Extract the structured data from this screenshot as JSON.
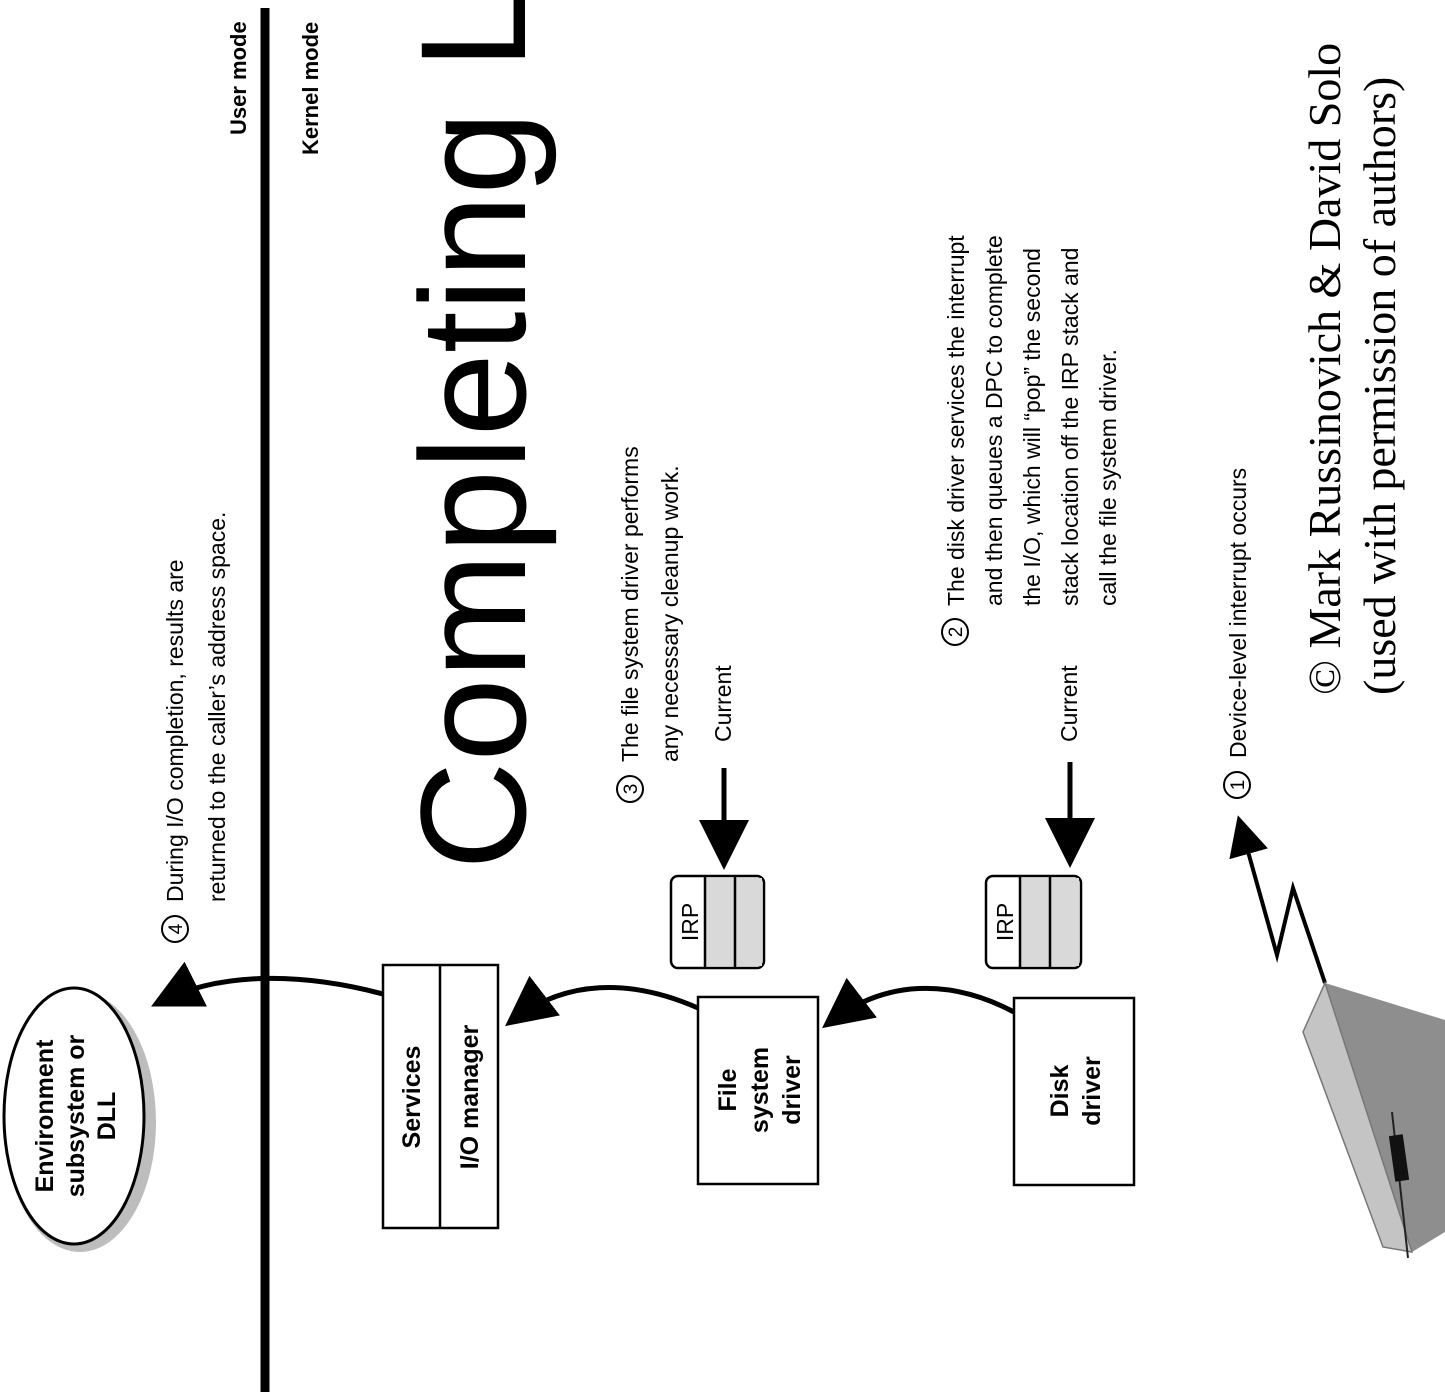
{
  "title": "Completing Laye",
  "mode_labels": {
    "user": "User mode",
    "kernel": "Kernel mode"
  },
  "nodes": {
    "environment": [
      "Environment",
      "subsystem or",
      "DLL"
    ],
    "services": "Services",
    "io_manager": "I/O manager",
    "file_system_driver": [
      "File",
      "system",
      "driver"
    ],
    "disk_driver": [
      "Disk",
      "driver"
    ]
  },
  "irp": {
    "label": "IRP",
    "pointer": "Current"
  },
  "steps": [
    {
      "number": "1",
      "lines": [
        "Device-level interrupt occurs"
      ]
    },
    {
      "number": "2",
      "lines": [
        "The disk driver services the interrupt",
        "and then queues a DPC to complete",
        "the I/O, which will “pop” the second",
        "stack location off the IRP stack and",
        "call the file system driver."
      ]
    },
    {
      "number": "3",
      "lines": [
        "The file system driver performs",
        "any necessary cleanup work."
      ]
    },
    {
      "number": "4",
      "lines": [
        "During I/O completion, results are",
        "returned to the caller’s address space."
      ]
    }
  ],
  "credit": [
    "© Mark Russinovich & David Solo",
    "(used with permission of authors)"
  ],
  "colors": {
    "ink": "#000000",
    "irp_fill": "#d9d9d9",
    "disk_top": "#c4c4c4",
    "disk_side": "#8e8e8e",
    "shadow": "#bdbdbd"
  }
}
